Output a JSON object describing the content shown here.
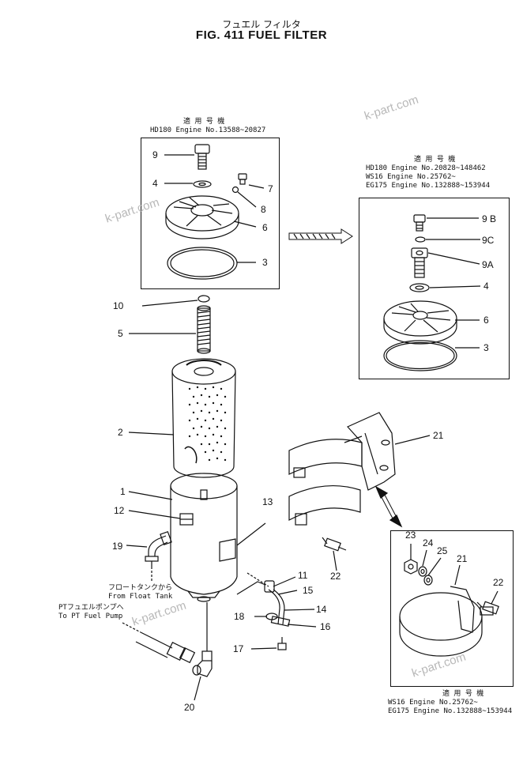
{
  "header": {
    "title_jp": "フュエル フィルタ",
    "title": "FIG. 411  FUEL FILTER"
  },
  "notes": {
    "box1_jp": "適 用 号 機",
    "box1_line": "HD180 Engine No.13588~20827",
    "box2_jp": "適 用 号 機",
    "box2_lines": [
      "HD180  Engine No.20828~148462",
      "WS16   Engine No.25762~",
      "EG175  Engine No.132888~153944"
    ],
    "box3_jp": "適 用 号 機",
    "box3_lines": [
      "WS16  Engine No.25762~",
      "EG175 Engine No.132888~153944"
    ],
    "float_tank_jp": "フロートタンクから",
    "float_tank": "From Float Tank",
    "pt_pump_jp": "PTフュエルポンプへ",
    "pt_pump": "To PT Fuel Pump"
  },
  "callouts": {
    "c9": "9",
    "c4": "4",
    "c7": "7",
    "c8": "8",
    "c6": "6",
    "c3": "3",
    "c10": "10",
    "c5": "5",
    "c2": "2",
    "c1": "1",
    "c12": "12",
    "c19": "19",
    "c13": "13",
    "c9b": "9 B",
    "c9c": "9C",
    "c9a": "9A",
    "c4b": "4",
    "c6b": "6",
    "c3b": "3",
    "c21": "21",
    "c22": "22",
    "c11": "11",
    "c15": "15",
    "c14": "14",
    "c18": "18",
    "c16": "16",
    "c17": "17",
    "c20": "20",
    "c23": "23",
    "c24": "24",
    "c25": "25",
    "c21b": "21",
    "c22b": "22"
  },
  "watermarks": [
    "k-part.com",
    "k-part.com",
    "k-part.com",
    "k-part.com"
  ]
}
